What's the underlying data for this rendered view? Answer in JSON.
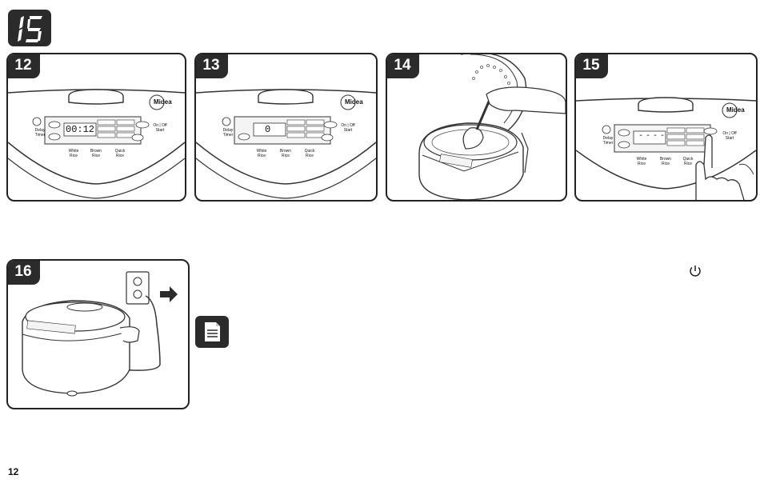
{
  "header": {
    "step_number": "15"
  },
  "panels": [
    {
      "label": "12",
      "display": "00:12",
      "brand": "Midea",
      "cook_labels": [
        "White Rice",
        "Brown Rice",
        "Quick Rice"
      ],
      "key_labels": [
        "Delay Timer",
        "On | Off Start"
      ]
    },
    {
      "label": "13",
      "display": "0",
      "brand": "Midea",
      "cook_labels": [
        "White Rice",
        "Brown Rice",
        "Quick Rice"
      ],
      "key_labels": [
        "Delay Timer",
        "On | Off Start"
      ]
    },
    {
      "label": "14"
    },
    {
      "label": "15",
      "display": "----",
      "brand": "Midea",
      "cook_labels": [
        "White Rice",
        "Brown Rice",
        "Quick Rice"
      ],
      "key_labels": [
        "Delay Timer",
        "On | Off Start"
      ]
    },
    {
      "label": "16"
    }
  ],
  "icons": {
    "power": "power-icon",
    "note": "note-icon"
  },
  "footer": {
    "page_number": "12"
  }
}
